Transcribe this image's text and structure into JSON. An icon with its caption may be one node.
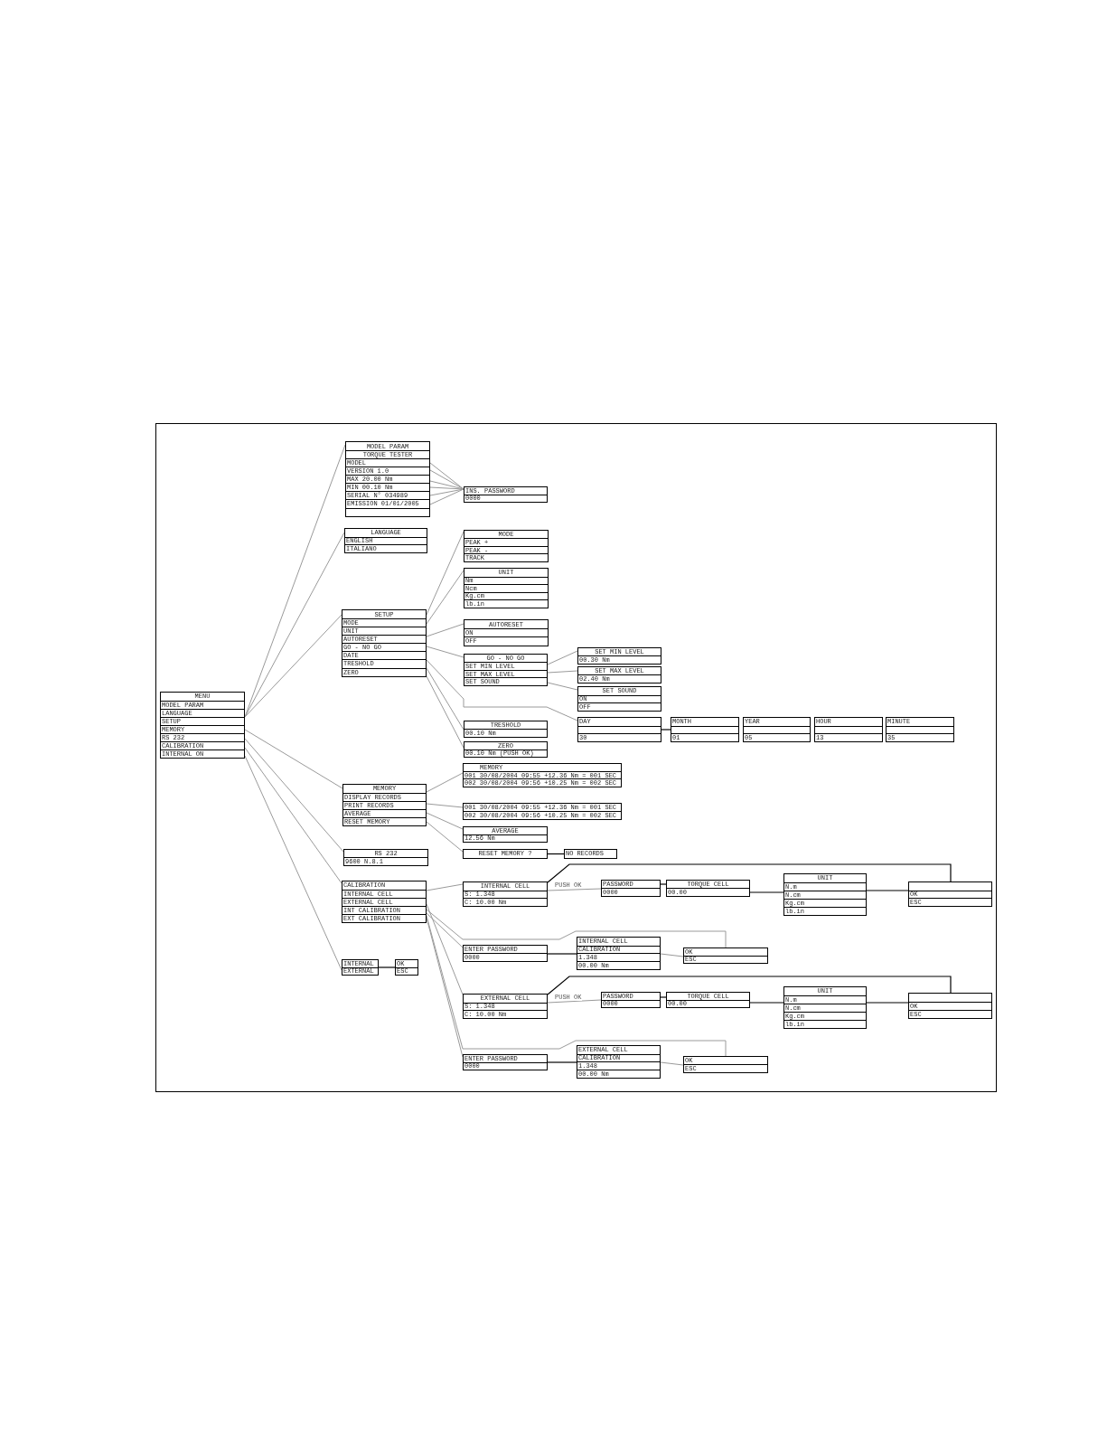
{
  "diagram": {
    "nodes": [
      {
        "text": [
          "MENU",
          "MODEL PARAM",
          "LANGUAGE",
          "SETUP",
          "MEMORY",
          "RS 232",
          "CALIBRATION",
          "INTERNAL ON"
        ]
      },
      {
        "text": [
          "MODEL PARAM",
          "TORQUE TESTER",
          "MODEL",
          "VERSION 1.0",
          "MAX 20.00 Nm",
          "MIN 00.10 Nm",
          "SERIAL N° 034989",
          "EMISSION 01/01/2005"
        ]
      },
      {
        "text": [
          "INS. PASSWORD",
          "0000"
        ]
      },
      {
        "text": [
          "LANGUAGE",
          "ENGLISH",
          "ITALIANO"
        ]
      },
      {
        "text": [
          "MODE",
          "PEAK +",
          "PEAK -",
          "TRACK"
        ]
      },
      {
        "text": [
          "UNIT",
          "Nm",
          "Ncm",
          "Kg.cm",
          "lb.in"
        ]
      },
      {
        "text": [
          "SETUP",
          "MODE",
          "UNIT",
          "AUTORESET",
          "GO - NO GO",
          "DATE",
          "TRESHOLD",
          "ZERO"
        ]
      },
      {
        "text": [
          "AUTORESET",
          "ON",
          "OFF"
        ]
      },
      {
        "text": [
          "GO - NO GO",
          "SET MIN LEVEL",
          "SET MAX LEVEL",
          "SET SOUND"
        ]
      },
      {
        "text": [
          "SET MIN LEVEL",
          "00.30 Nm"
        ]
      },
      {
        "text": [
          "SET MAX LEVEL",
          "02.40 Nm"
        ]
      },
      {
        "text": [
          "SET SOUND",
          "ON",
          "OFF"
        ]
      },
      {
        "text": [
          "DAY",
          "30"
        ]
      },
      {
        "text": [
          "MONTH",
          "01"
        ]
      },
      {
        "text": [
          "YEAR",
          "05"
        ]
      },
      {
        "text": [
          "HOUR",
          "13"
        ]
      },
      {
        "text": [
          "MINUTE",
          "35"
        ]
      },
      {
        "text": [
          "TRESHOLD",
          "00.10 Nm"
        ]
      },
      {
        "text": [
          "ZERO",
          "00.10 Nm (PUSH OK)"
        ]
      },
      {
        "text": [
          "MEMORY",
          "DISPLAY RECORDS",
          "PRINT RECORDS",
          "AVERAGE",
          "RESET MEMORY"
        ]
      },
      {
        "text": [
          "MEMORY",
          "001 30/08/2004 09:55 +12.36 Nm = 001 SEC",
          "002 30/08/2004 09:56 +10.25 Nm = 002 SEC"
        ]
      },
      {
        "text": [
          "001 30/08/2004 09:55 +12.36 Nm = 001 SEC",
          "002 30/08/2004 09:56 +10.25 Nm = 002 SEC"
        ]
      },
      {
        "text": [
          "AVERAGE",
          "12.56 Nm"
        ]
      },
      {
        "text": [
          "RESET MEMORY ?"
        ]
      },
      {
        "text": [
          "NO RECORDS"
        ]
      },
      {
        "text": [
          "RS 232",
          "9600 N.8.1"
        ]
      },
      {
        "text": [
          "CALIBRATION",
          "INTERNAL CELL",
          "EXTERNAL CELL",
          "INT CALIBRATION",
          "EXT CALIBRATION"
        ]
      },
      {
        "text": [
          "INTERNAL",
          "EXTERNAL"
        ]
      },
      {
        "text": [
          "OK",
          "ESC"
        ]
      },
      {
        "text": [
          "INTERNAL CELL",
          "S: 1.348",
          "C: 10.00 Nm"
        ]
      },
      {
        "text": [
          "PASSWORD",
          "0000"
        ]
      },
      {
        "text": [
          "TORQUE CELL",
          "00.00"
        ]
      },
      {
        "text": [
          "UNIT",
          "N.m",
          "N.cm",
          "Kg.cm",
          "lb.in"
        ]
      },
      {
        "text": [
          "OK",
          "ESC"
        ]
      },
      {
        "text": [
          "ENTER PASSWORD",
          "0000"
        ]
      },
      {
        "text": [
          "INTERNAL CELL",
          "CALIBRATION",
          "1.348",
          "00.00 Nm"
        ]
      },
      {
        "text": [
          "OK",
          "ESC"
        ]
      },
      {
        "text": [
          "EXTERNAL CELL",
          "S: 1.348",
          "C: 10.00 Nm"
        ]
      },
      {
        "text": [
          "PASSWORD",
          "0000"
        ]
      },
      {
        "text": [
          "TORQUE CELL",
          "00.00"
        ]
      },
      {
        "text": [
          "UNIT",
          "N.m",
          "N.cm",
          "Kg.cm",
          "lb.in"
        ]
      },
      {
        "text": [
          "OK",
          "ESC"
        ]
      },
      {
        "text": [
          "ENTER PASSWORD",
          "0000"
        ]
      },
      {
        "text": [
          "EXTERNAL CELL",
          "CALIBRATION",
          "1.348",
          "00.00 Nm"
        ]
      },
      {
        "text": [
          "OK",
          "ESC"
        ]
      }
    ],
    "edges": [
      {
        "from": 0,
        "to": 1,
        "arrow": "none"
      },
      {
        "from": 0,
        "to": 3,
        "arrow": "none"
      },
      {
        "from": 0,
        "to": 6,
        "arrow": "none"
      },
      {
        "from": 0,
        "to": 19,
        "arrow": "none"
      },
      {
        "from": 0,
        "to": 25,
        "arrow": "none"
      },
      {
        "from": 0,
        "to": 26,
        "arrow": "none"
      },
      {
        "from": 0,
        "to": 27,
        "arrow": "none"
      },
      {
        "from": 1,
        "to": 2,
        "arrow": "none"
      },
      {
        "from": 1,
        "to": 2,
        "arrow": "none"
      },
      {
        "from": 1,
        "to": 2,
        "arrow": "none"
      },
      {
        "from": 1,
        "to": 2,
        "arrow": "none"
      },
      {
        "from": 1,
        "to": 2,
        "arrow": "none"
      },
      {
        "from": 1,
        "to": 2,
        "arrow": "none"
      },
      {
        "from": 6,
        "to": 4,
        "arrow": "none"
      },
      {
        "from": 6,
        "to": 5,
        "arrow": "none"
      },
      {
        "from": 6,
        "to": 7,
        "arrow": "none"
      },
      {
        "from": 6,
        "to": 8,
        "arrow": "none"
      },
      {
        "from": 6,
        "to": 12,
        "arrow": "none"
      },
      {
        "from": 6,
        "to": 17,
        "arrow": "none"
      },
      {
        "from": 6,
        "to": 18,
        "arrow": "none"
      },
      {
        "from": 8,
        "to": 9,
        "arrow": "none"
      },
      {
        "from": 8,
        "to": 10,
        "arrow": "none"
      },
      {
        "from": 8,
        "to": 11,
        "arrow": "none"
      },
      {
        "from": 12,
        "to": 13,
        "arrow": "none",
        "color": "#000000"
      },
      {
        "from": 19,
        "to": 20,
        "arrow": "none"
      },
      {
        "from": 19,
        "to": 21,
        "arrow": "none"
      },
      {
        "from": 19,
        "to": 22,
        "arrow": "none"
      },
      {
        "from": 19,
        "to": 23,
        "arrow": "none"
      },
      {
        "from": 23,
        "to": 24,
        "arrow": "none",
        "color": "#000000"
      },
      {
        "from": 26,
        "to": 29,
        "arrow": "none"
      },
      {
        "from": 26,
        "to": 36,
        "arrow": "none"
      },
      {
        "from": 26,
        "to": 34,
        "arrow": "none"
      },
      {
        "from": 26,
        "to": 37,
        "arrow": "none"
      },
      {
        "from": 26,
        "to": 44,
        "arrow": "none"
      },
      {
        "from": 26,
        "to": 42,
        "arrow": "none"
      },
      {
        "from": 29,
        "to": 30,
        "arrow": "none",
        "label": "PUSH OK"
      },
      {
        "from": 30,
        "to": 31,
        "arrow": "none",
        "color": "#000000"
      },
      {
        "from": 31,
        "to": 32,
        "arrow": "none",
        "color": "#000000"
      },
      {
        "from": 32,
        "to": 33,
        "arrow": "none",
        "color": "#000000"
      },
      {
        "from": 29,
        "to": 33,
        "arrow": "none",
        "color": "#000000"
      },
      {
        "from": 34,
        "to": 35,
        "arrow": "none",
        "color": "#000000"
      },
      {
        "from": 35,
        "to": 36,
        "arrow": "none"
      },
      {
        "from": 37,
        "to": 38,
        "arrow": "none",
        "label": "PUSH OK"
      },
      {
        "from": 38,
        "to": 39,
        "arrow": "none",
        "color": "#000000"
      },
      {
        "from": 39,
        "to": 40,
        "arrow": "none",
        "color": "#000000"
      },
      {
        "from": 40,
        "to": 41,
        "arrow": "none",
        "color": "#000000"
      },
      {
        "from": 37,
        "to": 41,
        "arrow": "none",
        "color": "#000000"
      },
      {
        "from": 42,
        "to": 43,
        "arrow": "none",
        "color": "#000000"
      },
      {
        "from": 43,
        "to": 44,
        "arrow": "none"
      },
      {
        "from": 27,
        "to": 28,
        "arrow": "none",
        "color": "#000000"
      }
    ]
  }
}
